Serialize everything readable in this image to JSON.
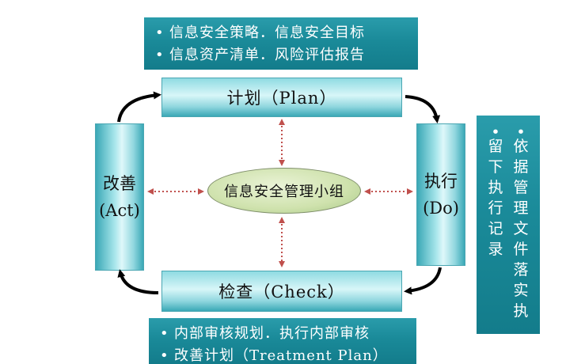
{
  "top_box": {
    "bullet": "•",
    "lines": [
      "信息安全策略．信息安全目标",
      "信息资产清单．风险评估报告"
    ]
  },
  "plan": {
    "label": "计划（Plan）"
  },
  "do": {
    "line1": "执行",
    "line2": "(Do)"
  },
  "act": {
    "line1": "改善",
    "line2": "(Act)"
  },
  "check": {
    "label": "检查（Check）"
  },
  "center": {
    "label": "信息安全管理小组"
  },
  "right_box": {
    "bullet": "•",
    "col1": "依据管理文件落实执",
    "col2": "留下执行记录"
  },
  "bottom_box": {
    "bullet": "•",
    "lines": [
      "内部审核规划．执行内部审核",
      "改善计划（Treatment Plan）"
    ]
  },
  "colors": {
    "teal": "#1a8a99",
    "bar_light": "#d8f6f8",
    "ellipse": "#cfe2ad",
    "dotted_arrow": "#c0504d"
  }
}
